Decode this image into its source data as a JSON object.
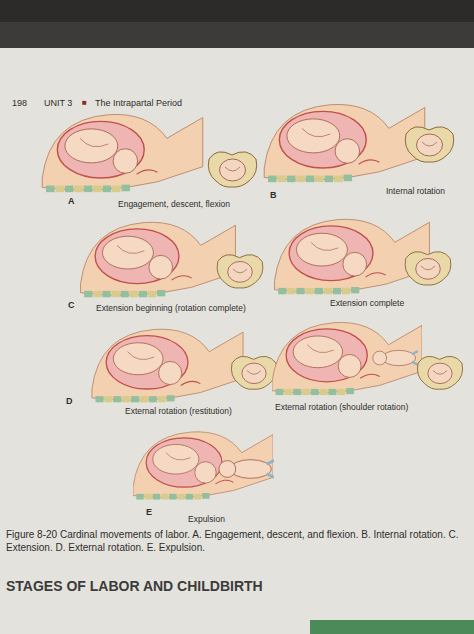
{
  "diagram": {
    "caption": "Figure 8-20 Cardinal movements of labor. A. Engagement, descent, and flexion. B. Internal rotation. C. Extension. D. External rotation. E. Expulsion.",
    "labels": [
      "198",
      "UNIT 3",
      "■",
      "The Intrapartal Period",
      "A",
      "Engagement, descent, flexion",
      "B",
      "Internal rotation",
      "C",
      "Extension beginning (rotation complete)",
      "Extension complete",
      "D",
      "External rotation (restitution)",
      "External rotation (shoulder rotation)",
      "E",
      "Expulsion",
      "STAGES OF LABOR AND CHILDBIRTH"
    ]
  }
}
